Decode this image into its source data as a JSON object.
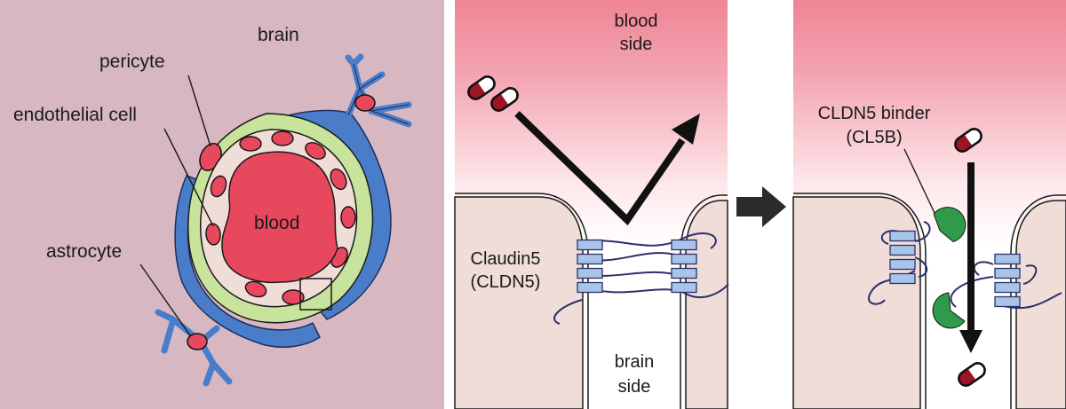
{
  "panel_left": {
    "labels": {
      "brain": "brain",
      "pericyte": "pericyte",
      "endothelial": "endothelial cell",
      "blood": "blood",
      "astrocyte": "astrocyte"
    }
  },
  "panel_middle": {
    "blood_side": [
      "blood",
      "side"
    ],
    "claudin": [
      "Claudin5",
      "(CLDN5)"
    ],
    "brain_side": [
      "brain",
      "side"
    ]
  },
  "panel_right": {
    "binder": [
      "CLDN5 binder",
      "(CL5B)"
    ]
  },
  "colors": {
    "background_left": "#d7b7c2",
    "blood_red": "#e8485d",
    "blood_gradient_top": "#ee8595",
    "tissue_pink": "#f0ddd8",
    "astrocyte_blue": "#4a7dc9",
    "pericyte_green": "#c8e39b",
    "claudin_box": "#a8c4e8",
    "binder_green": "#2f9a4b",
    "strand_navy": "#2d2f6b",
    "arrow_black": "#111111",
    "transition_arrow": "#2b2b2b"
  },
  "icons": [
    "drug-capsule-icon",
    "cldn5-binder-icon",
    "transition-arrow-icon"
  ]
}
